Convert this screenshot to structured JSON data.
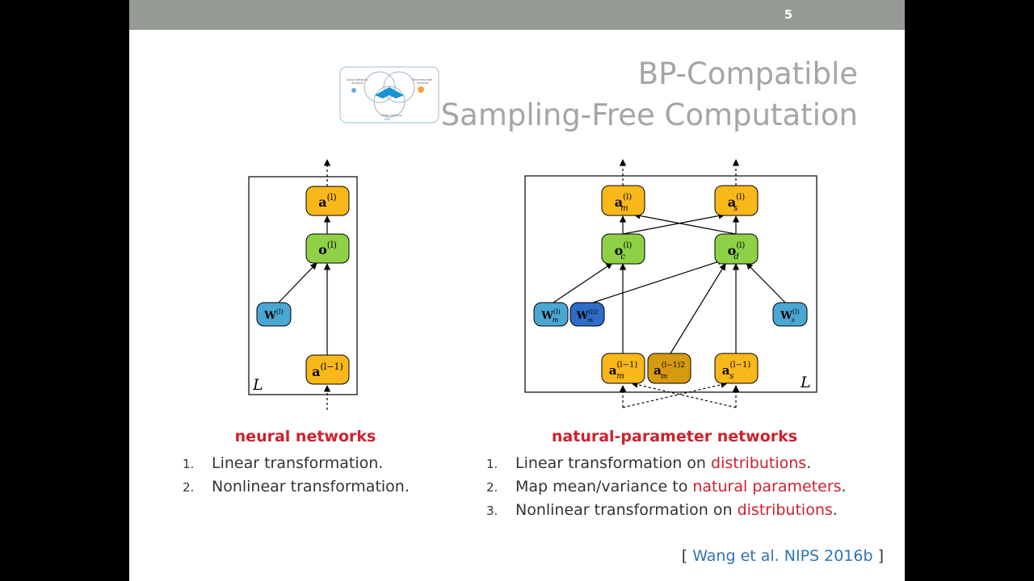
{
  "slide": {
    "page_number": "5",
    "title_line1": "BP-Compatible",
    "title_line2": "Sampling-Free Computation"
  },
  "logo": {
    "left_label_1": "Social Network",
    "left_label_2": "Analysis",
    "right_label_1": "Recommender",
    "right_label_2": "Systems",
    "bottom_label": "Deep Learning",
    "bottom_caption": "ꜰɢʜ"
  },
  "left_diagram": {
    "caption": "neural networks",
    "plate_label": "L",
    "nodes": {
      "a_top": {
        "base": "a",
        "sup": "(l)"
      },
      "o": {
        "base": "o",
        "sup": "(l)"
      },
      "w": {
        "base": "W",
        "sup": "(l)"
      },
      "a_bottom": {
        "base": "a",
        "sup": "(l−1)"
      }
    },
    "list": [
      {
        "num": "1.",
        "text": "Linear transformation."
      },
      {
        "num": "2.",
        "text": "Nonlinear transformation."
      }
    ]
  },
  "right_diagram": {
    "caption": "natural-parameter networks",
    "plate_label": "L",
    "nodes": {
      "a_m": {
        "base": "a",
        "sup": "(l)",
        "sub": "m"
      },
      "a_s": {
        "base": "a",
        "sup": "(l)",
        "sub": "s"
      },
      "o_c": {
        "base": "o",
        "sup": "(l)",
        "sub": "c"
      },
      "o_d": {
        "base": "o",
        "sup": "(l)",
        "sub": "d"
      },
      "w_m": {
        "base": "W",
        "sup": "(l)",
        "sub": "m"
      },
      "w_m2": {
        "base": "W",
        "sup": "(l)2",
        "sub": "m"
      },
      "w_s": {
        "base": "W",
        "sup": "(l)",
        "sub": "s"
      },
      "a_m_prev": {
        "base": "a",
        "sup": "(l−1)",
        "sub": "m"
      },
      "a_m_prev2": {
        "base": "a",
        "sup": "(l−1)2",
        "sub": "m"
      },
      "a_s_prev": {
        "base": "a",
        "sup": "(l−1)",
        "sub": "s"
      }
    },
    "list": [
      {
        "num": "1.",
        "pre": "Linear transformation on ",
        "hl": "distributions",
        "post": "."
      },
      {
        "num": "2.",
        "pre": "Map mean/variance to ",
        "hl": "natural parameters",
        "post": "."
      },
      {
        "num": "3.",
        "pre": "Nonlinear transformation on ",
        "hl": "distributions",
        "post": "."
      }
    ]
  },
  "citation": {
    "open": "[ ",
    "link": "Wang et al. NIPS 2016b",
    "close": " ]"
  },
  "colors": {
    "orange": "#f9b81a",
    "dark_orange": "#d69a10",
    "green": "#8ed147",
    "light_blue": "#4aa6d2",
    "dark_blue": "#2d6cc7",
    "red": "#d0202e",
    "link": "#2e74b5"
  }
}
